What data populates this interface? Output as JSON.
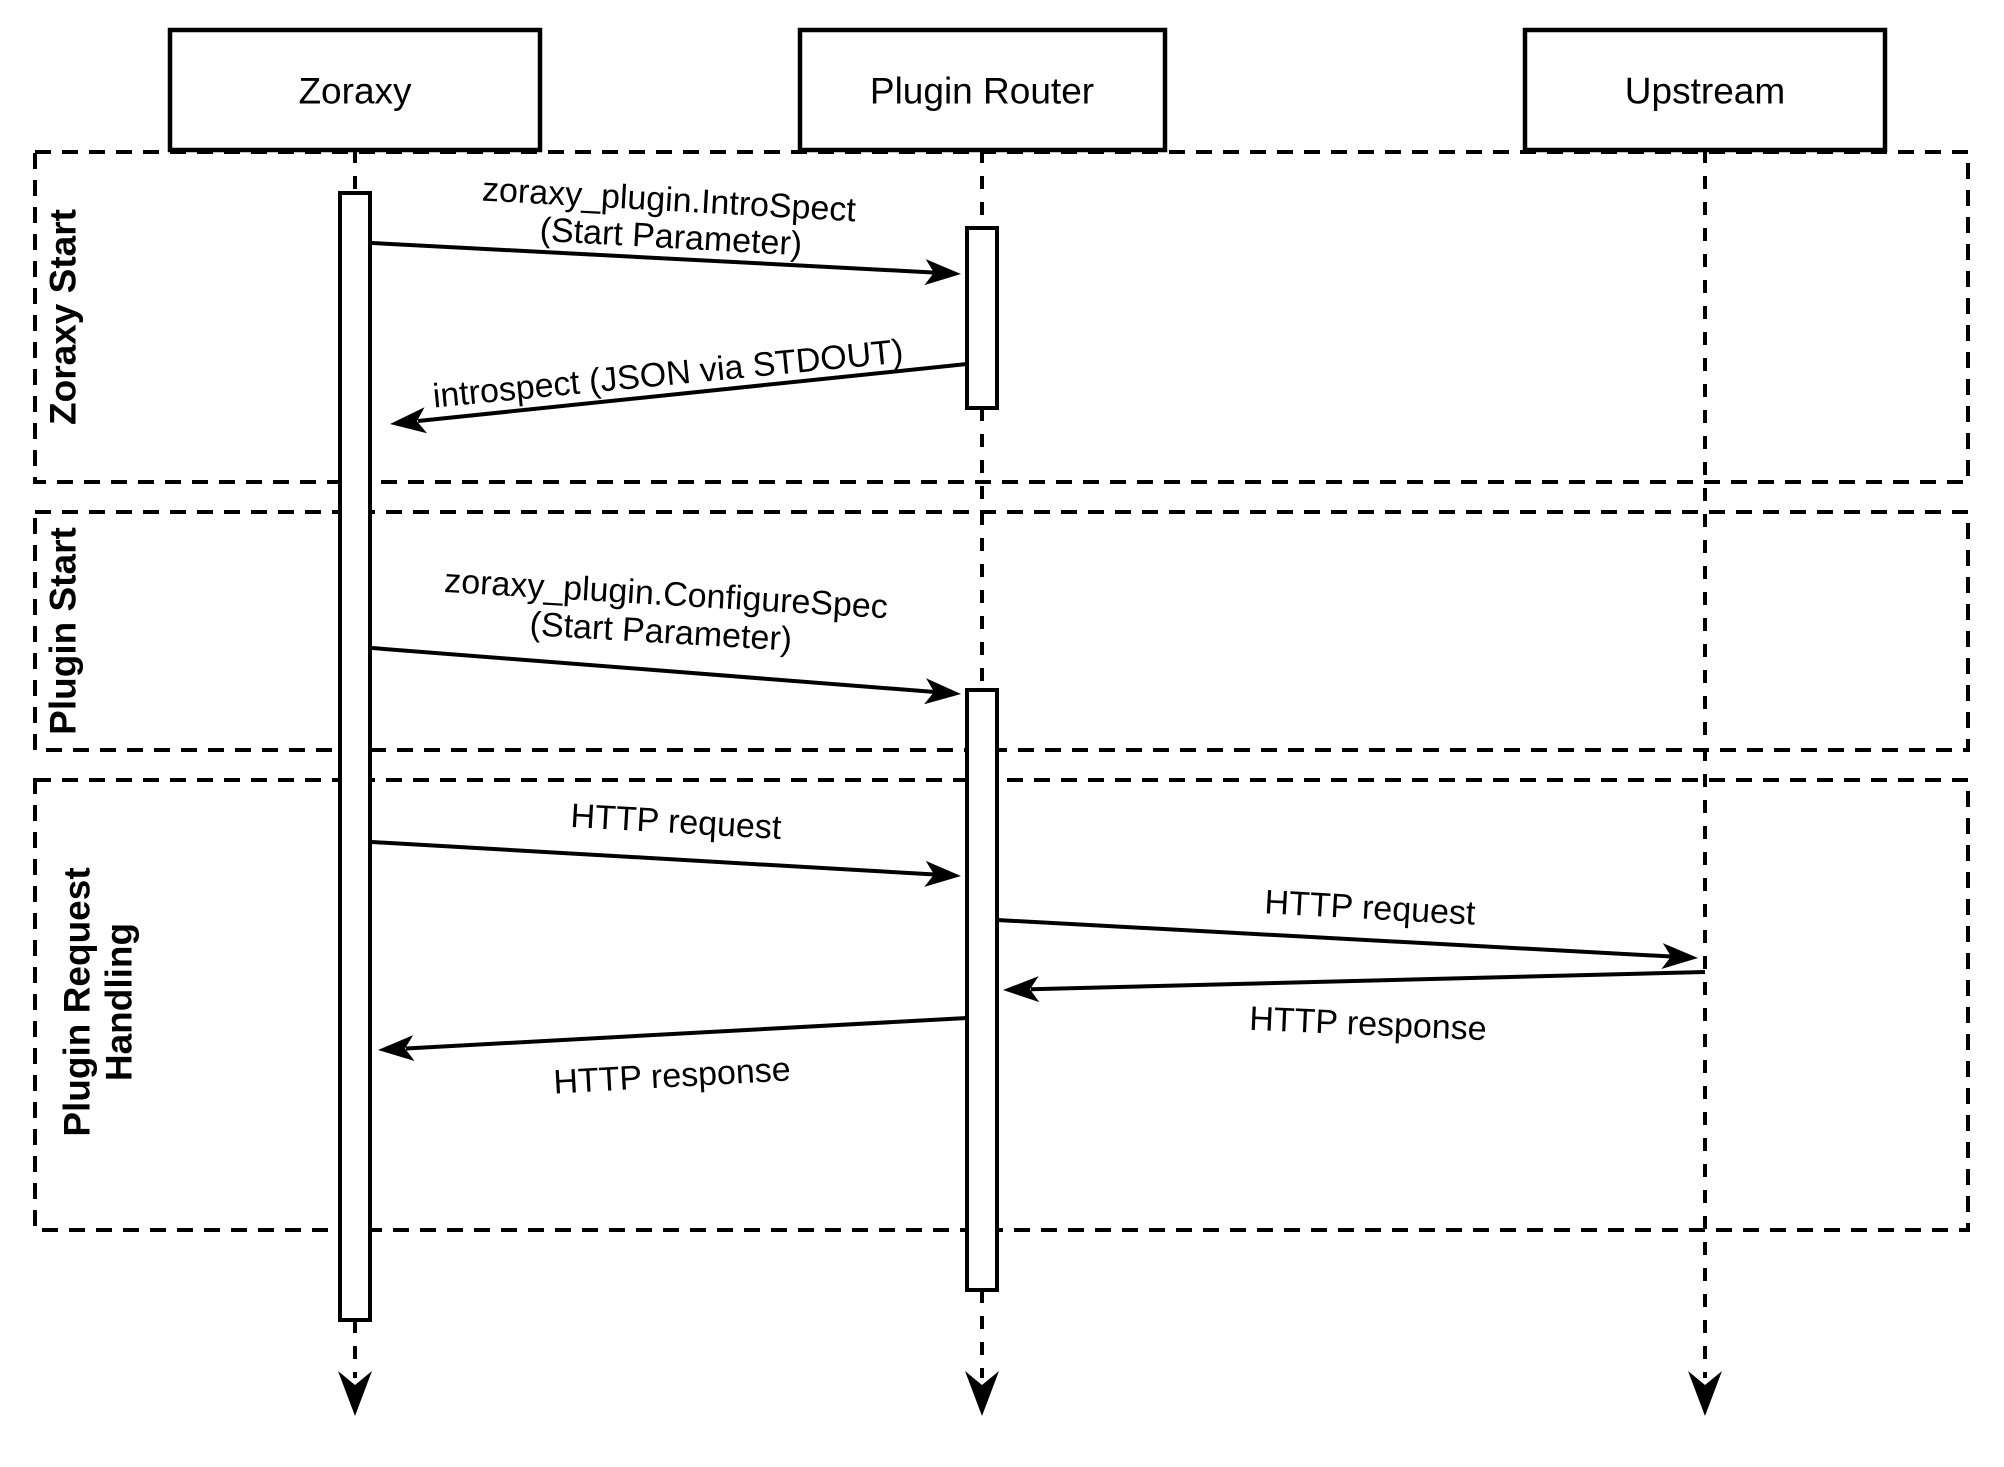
{
  "diagram": {
    "type": "sequence-diagram",
    "colors": {
      "line": "#000000",
      "background": "#ffffff"
    },
    "participants": [
      {
        "name": "Zoraxy"
      },
      {
        "name": "Plugin Router"
      },
      {
        "name": "Upstream"
      }
    ],
    "phases": [
      {
        "label": "Zoraxy Start"
      },
      {
        "label": "Plugin Start"
      },
      {
        "label": "Plugin Request Handling",
        "label_line1": "Plugin Request",
        "label_line2": "Handling"
      }
    ],
    "messages": [
      {
        "from": "Zoraxy",
        "to": "Plugin Router",
        "label_line1": "zoraxy_plugin.IntroSpect",
        "label_line2": "(Start Parameter)"
      },
      {
        "from": "Plugin Router",
        "to": "Zoraxy",
        "label": "introspect (JSON via STDOUT)"
      },
      {
        "from": "Zoraxy",
        "to": "Plugin Router",
        "label_line1": "zoraxy_plugin.ConfigureSpec",
        "label_line2": "(Start Parameter)"
      },
      {
        "from": "Zoraxy",
        "to": "Plugin Router",
        "label": "HTTP request"
      },
      {
        "from": "Plugin Router",
        "to": "Upstream",
        "label": "HTTP request"
      },
      {
        "from": "Upstream",
        "to": "Plugin Router",
        "label": "HTTP response"
      },
      {
        "from": "Plugin Router",
        "to": "Zoraxy",
        "label": "HTTP response"
      }
    ]
  }
}
